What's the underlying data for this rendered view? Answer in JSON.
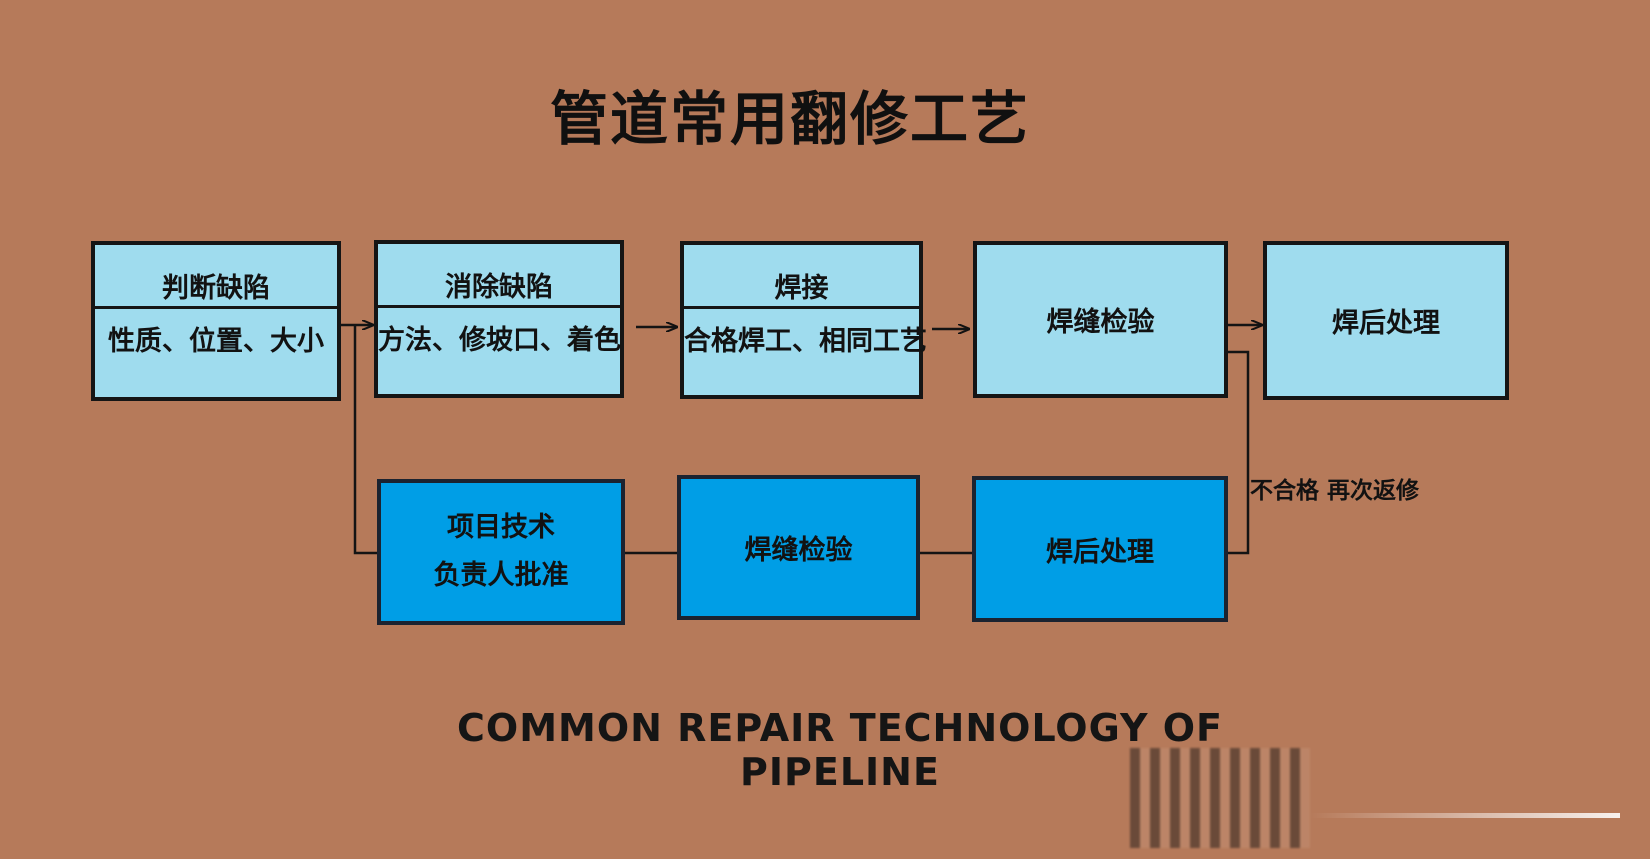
{
  "title": "管道常用翻修工艺",
  "subtitle": "COMMON REPAIR TECHNOLOGY OF PIPELINE",
  "top_row": [
    {
      "head": "判断缺陷",
      "body": "性质、位置、大小"
    },
    {
      "head": "消除缺陷",
      "body": "方法、修坡口、着色"
    },
    {
      "head": "焊接",
      "body": "合格焊工、相同工艺"
    },
    {
      "label": "焊缝检验"
    },
    {
      "label": "焊后处理"
    }
  ],
  "bottom_row": [
    {
      "line1": "项目技术",
      "line2": "负责人批准"
    },
    {
      "label": "焊缝检验"
    },
    {
      "label": "焊后处理"
    }
  ],
  "loop_label": "不合格 再次返修",
  "colors": {
    "background": "#b67a5a",
    "light_box": "#9fdcee",
    "dark_box": "#009ee6"
  }
}
